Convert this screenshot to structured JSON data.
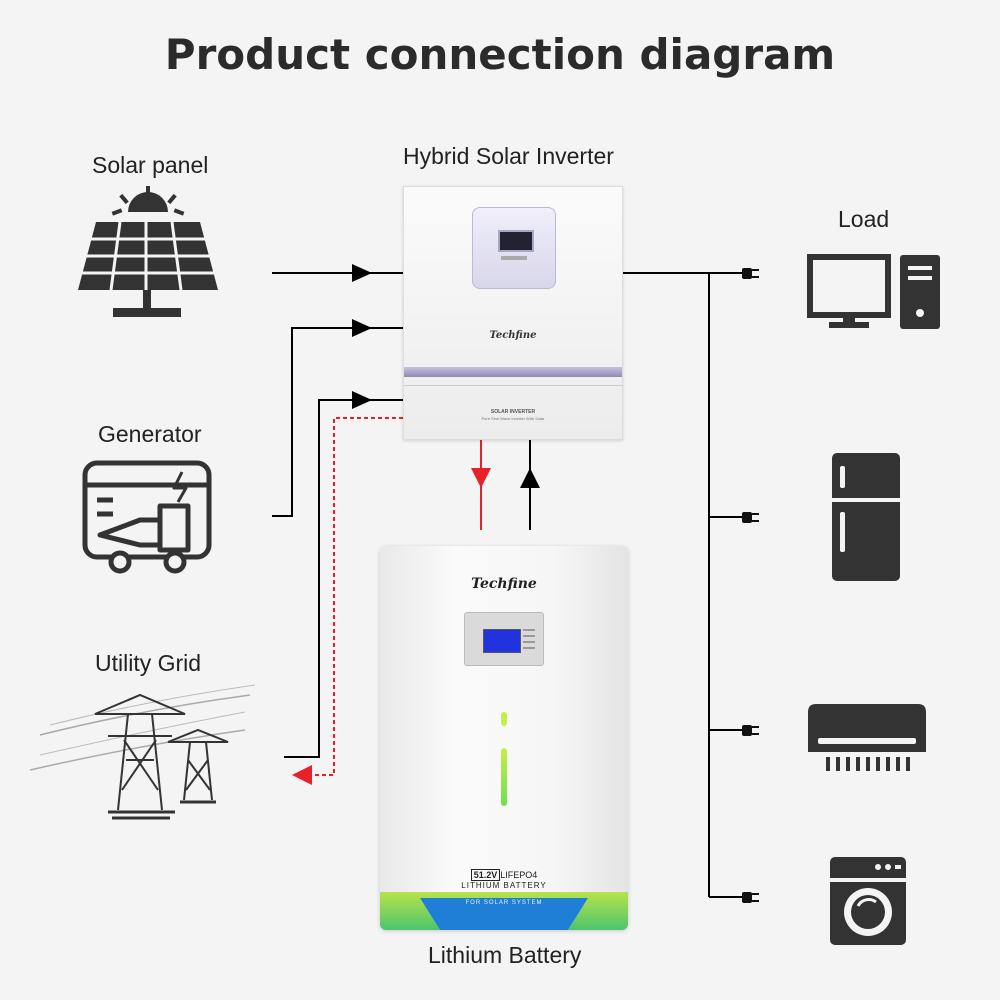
{
  "title": "Product connection diagram",
  "components": {
    "solar_panel": "Solar panel",
    "inverter": "Hybrid Solar Inverter",
    "load": "Load",
    "generator": "Generator",
    "utility_grid": "Utility Grid",
    "battery": "Lithium Battery"
  },
  "inverter_device": {
    "brand": "Techfine",
    "label": "SOLAR INVERTER",
    "sublabel": "Pure Sine Wave Inverter With Solar"
  },
  "battery_device": {
    "brand": "Techfine",
    "voltage": "51.2V",
    "chemistry": "LIFEPO4",
    "type": "LITHIUM BATTERY",
    "system": "FOR SOLAR SYSTEM"
  },
  "colors": {
    "wire": "#000000",
    "feed_back": "#e8202a",
    "icon": "#333333"
  },
  "icons": [
    "solar-panel-icon",
    "generator-icon",
    "power-tower-icon",
    "computer-icon",
    "fridge-icon",
    "air-conditioner-icon",
    "washing-machine-icon",
    "plug-icon"
  ]
}
